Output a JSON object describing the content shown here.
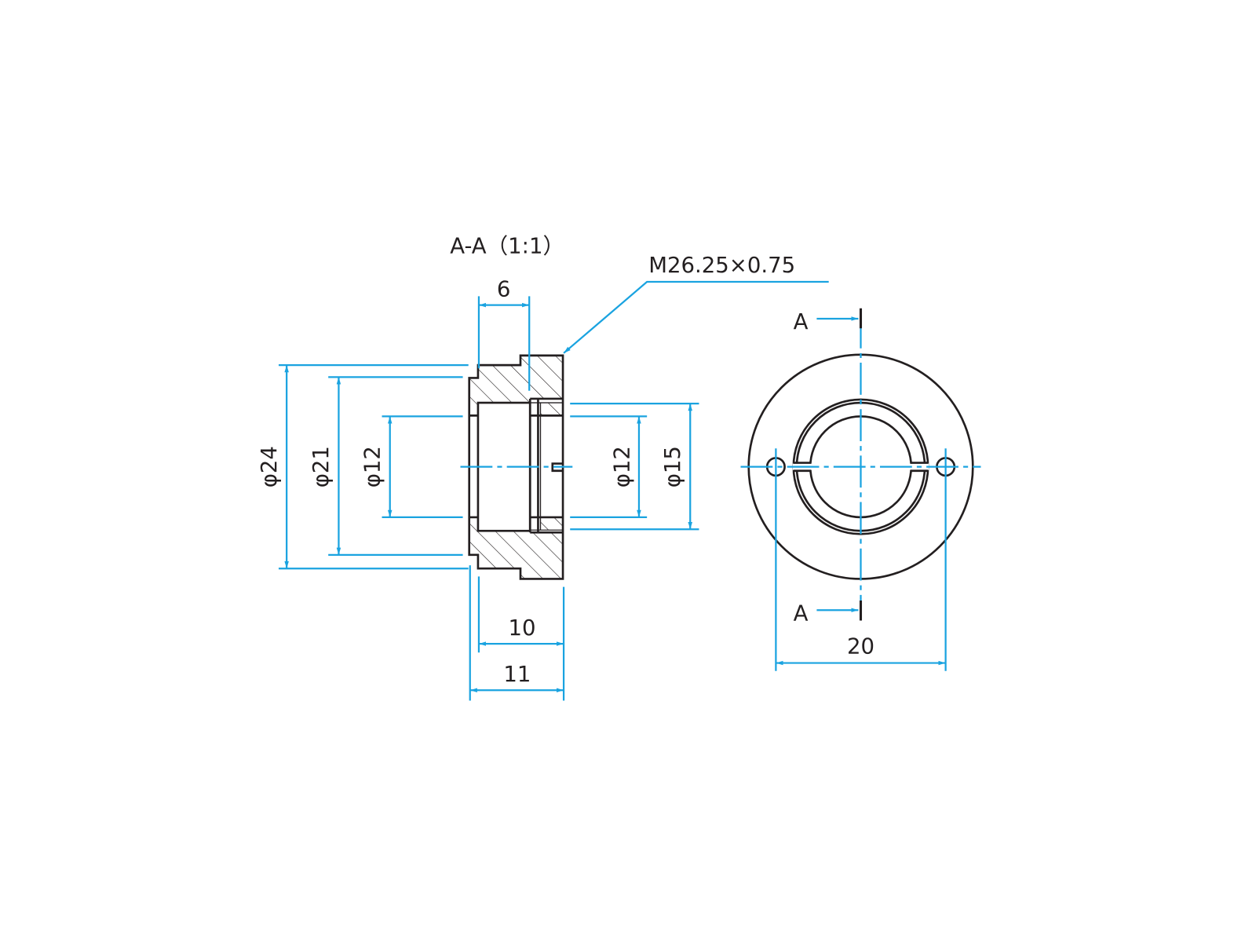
{
  "drawing": {
    "section_title": "A-A（1:1）",
    "thread_callout": "M26.25×0.75",
    "section_mark": "A",
    "colors": {
      "dimension": "#1aa3e0",
      "outline": "#231f20"
    },
    "dimensions": {
      "d6": "6",
      "d24": "φ24",
      "d21": "φ21",
      "d12_left": "φ12",
      "d12_right": "φ12",
      "d15": "φ15",
      "d10": "10",
      "d11": "11",
      "d20": "20"
    }
  }
}
